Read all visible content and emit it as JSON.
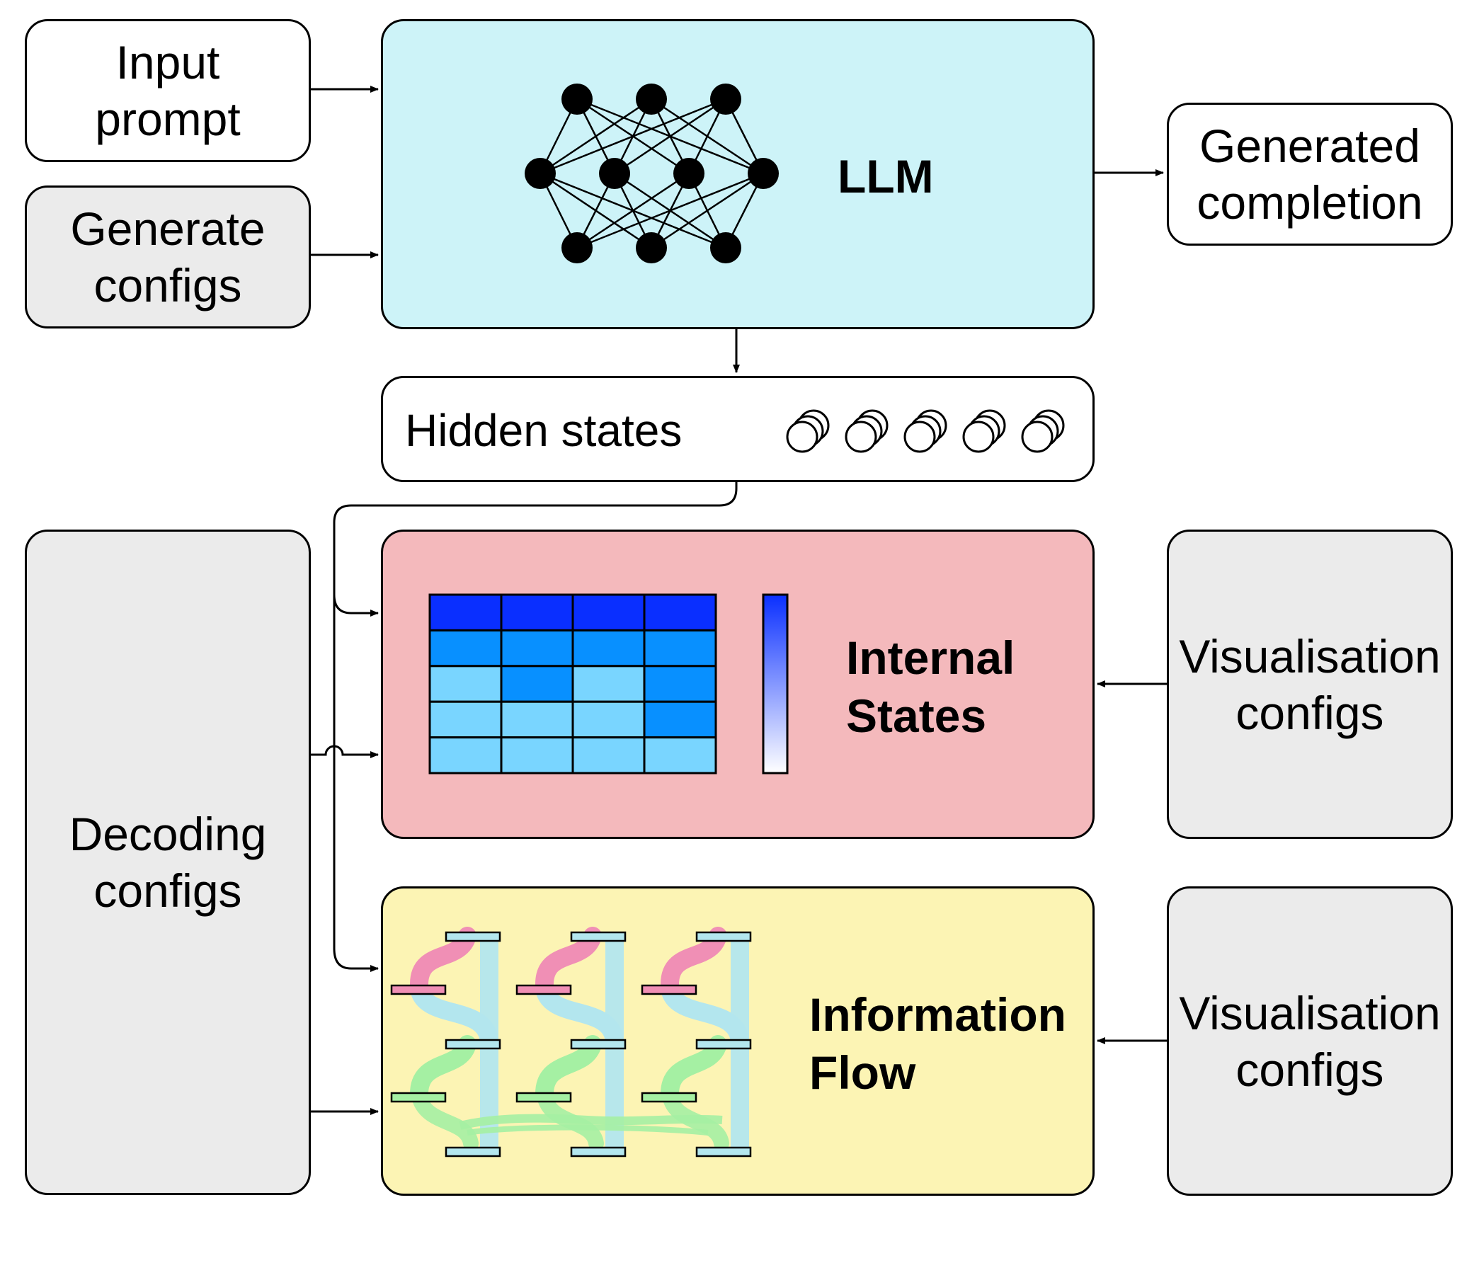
{
  "inputs": {
    "input_prompt": "Input\nprompt",
    "generate_configs": "Generate\nconfigs",
    "decoding_configs": "Decoding\nconfigs"
  },
  "llm": {
    "label": "LLM",
    "color": "#cdf3f8"
  },
  "output": {
    "generated_completion": "Generated\ncompletion"
  },
  "hidden_states": {
    "label": "Hidden states"
  },
  "internal_states": {
    "label": "Internal\nStates",
    "color": "#f4b9bc"
  },
  "information_flow": {
    "label": "Information\nFlow",
    "color": "#fcf4b4"
  },
  "visualisation": {
    "internal": "Visualisation\nconfigs",
    "flow": "Visualisation\nconfigs"
  },
  "colors": {
    "grey_box": "#ebebeb",
    "heatmap_dark": "#0a2fff",
    "heatmap_mid": "#0890ff",
    "heatmap_light": "#79d5ff",
    "flow_blue": "#b3e6ee",
    "flow_pink": "#f08fb5",
    "flow_green": "#a5f0a3"
  },
  "heatmap_levels": [
    [
      2,
      2,
      2,
      2
    ],
    [
      1,
      1,
      1,
      1
    ],
    [
      0,
      1,
      0,
      1
    ],
    [
      0,
      0,
      0,
      1
    ],
    [
      0,
      0,
      0,
      0
    ]
  ]
}
